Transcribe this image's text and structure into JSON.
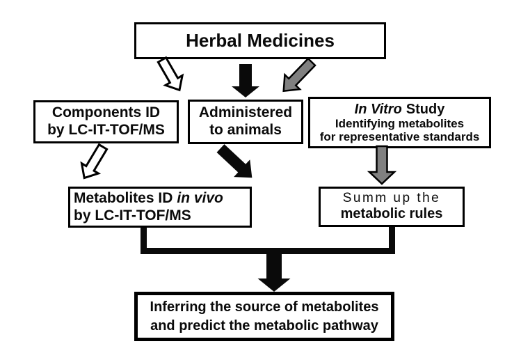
{
  "figure": {
    "type": "flowchart",
    "description": "Workflow for identifying herbal medicine metabolites"
  },
  "nodes": {
    "herbal": {
      "label": "Herbal Medicines"
    },
    "components": {
      "line1": "Components ID",
      "line2": "by LC-IT-TOF/MS"
    },
    "administered": {
      "line1": "Administered",
      "line2": "to animals"
    },
    "invitro": {
      "title_italic": "In Vitro",
      "title_rest": "Study",
      "line2": "Identifying metabolites",
      "line3": "for representative standards"
    },
    "metabolites": {
      "line1_main": "Metabolites ID",
      "line1_italic": "in vivo",
      "line2": "by LC-IT-TOF/MS"
    },
    "summ": {
      "line1": "Summ up the",
      "line2": "metabolic rules"
    },
    "inferring": {
      "line1": "Inferring the source of metabolites",
      "line2": "and predict the metabolic pathway"
    }
  },
  "edges": [
    {
      "from": "herbal-medicines",
      "to": "components-id",
      "style": "white-outline-arrow",
      "direction": "down-left"
    },
    {
      "from": "herbal-medicines",
      "to": "administered-to-animals",
      "style": "solid-black-arrow",
      "direction": "down"
    },
    {
      "from": "herbal-medicines",
      "to": "in-vitro-study",
      "style": "gray-arrow",
      "direction": "down-right"
    },
    {
      "from": "components-id",
      "to": "metabolites-id-in-vivo",
      "style": "white-outline-arrow",
      "direction": "down-right"
    },
    {
      "from": "administered-to-animals",
      "to": "metabolites-id-in-vivo",
      "style": "solid-black-arrow",
      "direction": "down-left"
    },
    {
      "from": "in-vitro-study",
      "to": "summ-up-the-metabolic-rules",
      "style": "gray-arrow",
      "direction": "down"
    },
    {
      "from": "metabolites-id-in-vivo & summ-up-the-metabolic-rules",
      "to": "inferring-source",
      "style": "merge-bracket-black-arrow",
      "direction": "down"
    }
  ],
  "colors": {
    "background": "#ffffff",
    "box_border": "#000000",
    "text": "#0a0a0a",
    "arrow_black": "#0a0a0a",
    "arrow_gray": "#808080",
    "arrow_white_fill": "#ffffff",
    "arrow_outline": "#000000"
  }
}
